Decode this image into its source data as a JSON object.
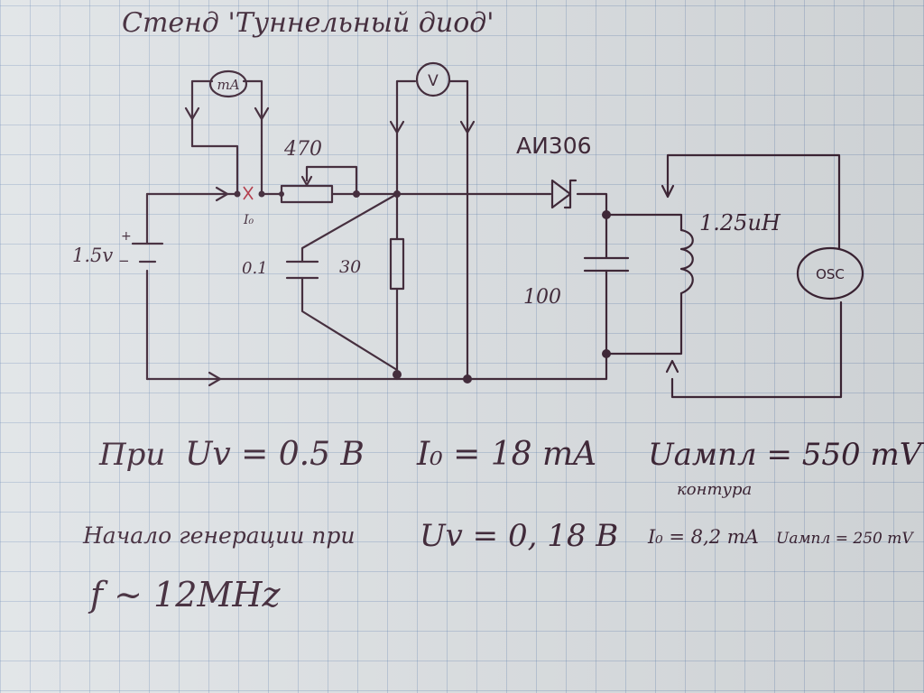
{
  "title": "Стенд 'Туннельный диод'",
  "components": {
    "milliammeter": "mA",
    "voltmeter": "V",
    "oscilloscope": "OSC",
    "potentiometer": "470",
    "resistor": "30",
    "capacitor_bypass": "0.1",
    "diode": "АИ306",
    "capacitor_tank": "100",
    "inductor": "1.25uH",
    "battery": "1.5v",
    "current_label": "I₀",
    "battery_plus": "+",
    "battery_minus": "−"
  },
  "notes": {
    "line1": {
      "prefix": "При",
      "voltage": "Uv = 0.5 B",
      "current": "I₀ = 18 mA",
      "amplitude": "Uампл = 550 mV",
      "amplitude_sub": "контура"
    },
    "line2": {
      "text": "Начало генерации при",
      "voltage": "Uv = 0, 18 B",
      "current": "I₀ = 8,2 mA",
      "amplitude": "Uампл = 250 mV"
    },
    "line3": {
      "frequency": "f ~ 12MHz"
    }
  },
  "colors": {
    "ink": "#3b2233",
    "grid": "#5f82af",
    "paper": "#dfe3e6"
  }
}
